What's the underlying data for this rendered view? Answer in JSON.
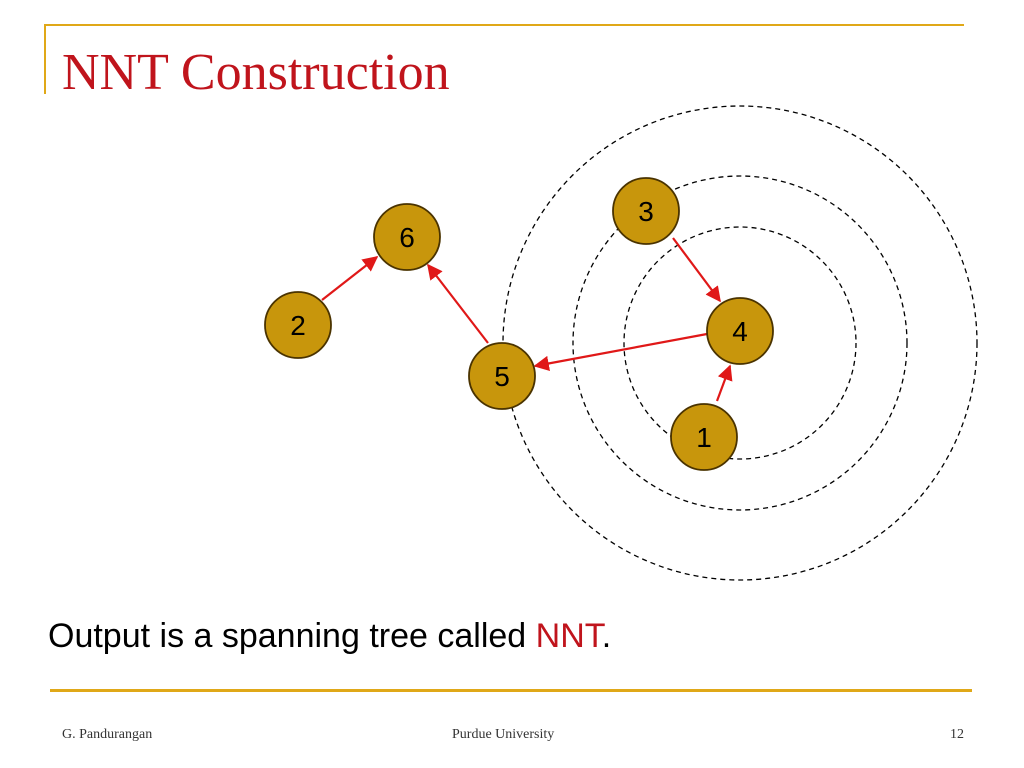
{
  "slide": {
    "title": "NNT Construction",
    "body": {
      "text_before": "Output  is a spanning tree called ",
      "highlight": "NNT",
      "text_after": "."
    },
    "footer": {
      "author": "G. Pandurangan",
      "institution": "Purdue University",
      "page_number": "12"
    }
  },
  "diagram": {
    "nodes": [
      {
        "id": "1",
        "label": "1"
      },
      {
        "id": "2",
        "label": "2"
      },
      {
        "id": "3",
        "label": "3"
      },
      {
        "id": "4",
        "label": "4"
      },
      {
        "id": "5",
        "label": "5"
      },
      {
        "id": "6",
        "label": "6"
      }
    ],
    "edges": [
      {
        "from": "2",
        "to": "6"
      },
      {
        "from": "5",
        "to": "6"
      },
      {
        "from": "4",
        "to": "5"
      },
      {
        "from": "3",
        "to": "4"
      },
      {
        "from": "1",
        "to": "4"
      }
    ],
    "rings": [
      {
        "center": "4",
        "passes_through": "1"
      },
      {
        "center": "4",
        "passes_through": "3"
      },
      {
        "center": "4",
        "passes_through": "5"
      }
    ]
  },
  "colors": {
    "title": "#C0141C",
    "accent": "#E0A818",
    "node_fill": "#C8960C",
    "node_stroke": "#4A3300",
    "edge": "#E01818",
    "ring": "#000000",
    "highlight": "#C0141C"
  }
}
